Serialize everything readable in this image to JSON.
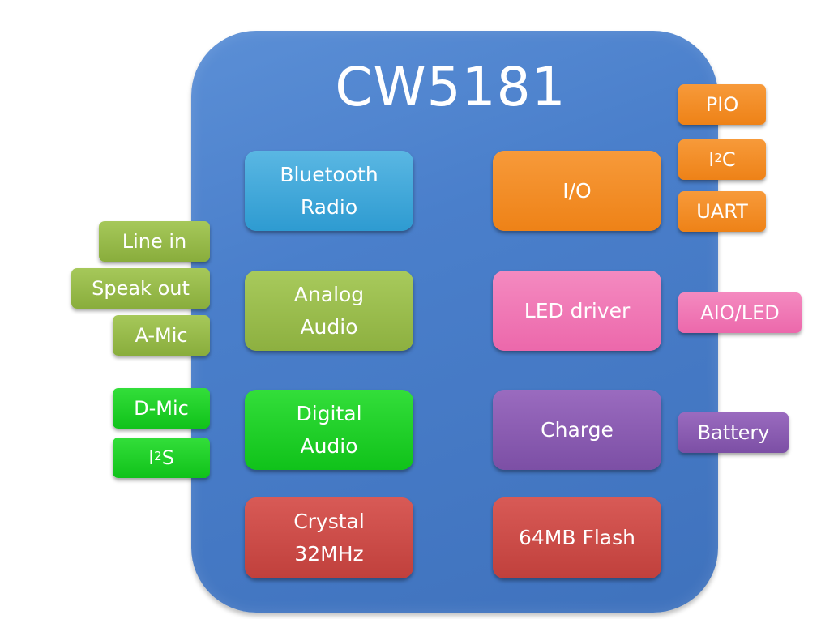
{
  "chip": {
    "title": "CW5181"
  },
  "blocks": {
    "bluetooth_radio": "Bluetooth\nRadio",
    "analog_audio": "Analog\nAudio",
    "digital_audio": "Digital\nAudio",
    "crystal": "Crystal\n32MHz",
    "io": "I/O",
    "led_driver": "LED driver",
    "charge": "Charge",
    "flash": "64MB Flash"
  },
  "pins_left": {
    "line_in": "Line in",
    "speak_out": "Speak out",
    "a_mic": "A-Mic",
    "d_mic": "D-Mic",
    "i2s_base": "I",
    "i2s_sup": "2",
    "i2s_rest": "S"
  },
  "pins_right": {
    "pio": "PIO",
    "i2c_base": "I",
    "i2c_sup": "2",
    "i2c_rest": "C",
    "uart": "UART",
    "aio_led": "AIO/LED",
    "battery": "Battery"
  },
  "colors": {
    "chip": "#4a7fcb",
    "bluetooth": "#2e9bd1",
    "analog": "#8db040",
    "digital": "#10c21a",
    "crystal": "#c0403c",
    "io": "#ee8217",
    "led": "#ec68ab",
    "charge": "#7c4fa5"
  }
}
